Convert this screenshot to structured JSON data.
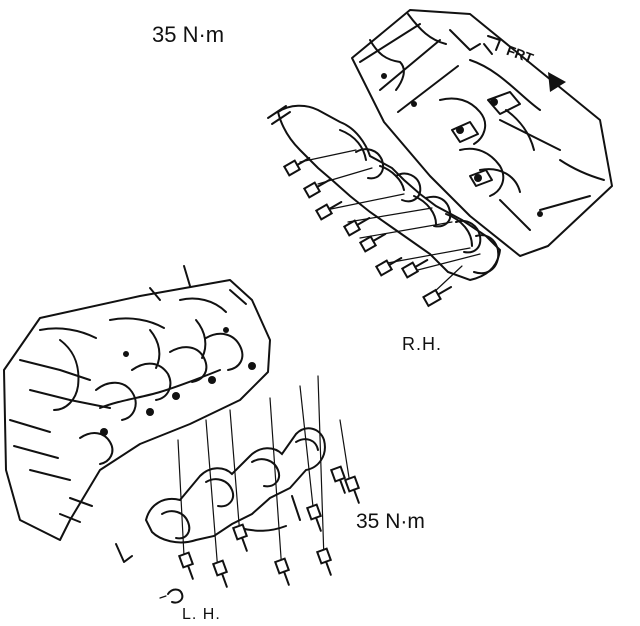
{
  "labels": {
    "torque_top": "35 N·m",
    "torque_bottom": "35 N·m",
    "right_hand": "R.H.",
    "left_hand": "L. H.",
    "front_marker": "FRT"
  },
  "colors": {
    "ink": "#111111",
    "paper": "#ffffff"
  },
  "icons": {
    "front_arrow": "arrow-right-icon"
  }
}
